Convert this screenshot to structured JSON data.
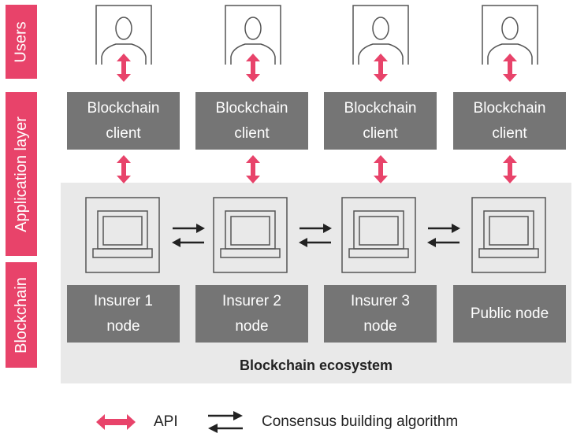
{
  "side_labels": {
    "users": "Users",
    "application": "Application layer",
    "blockchain": "Blockchain"
  },
  "clients": [
    {
      "line1": "Blockchain",
      "line2": "client"
    },
    {
      "line1": "Blockchain",
      "line2": "client"
    },
    {
      "line1": "Blockchain",
      "line2": "client"
    },
    {
      "line1": "Blockchain",
      "line2": "client"
    }
  ],
  "nodes": [
    {
      "line1": "Insurer 1",
      "line2": "node"
    },
    {
      "line1": "Insurer 2",
      "line2": "node"
    },
    {
      "line1": "Insurer 3",
      "line2": "node"
    },
    {
      "line1": "Public node",
      "line2": ""
    }
  ],
  "ecosystem_label": "Blockchain ecosystem",
  "legend": {
    "api": "API",
    "consensus": "Consensus building algorithm"
  },
  "colors": {
    "accent": "#e8436a",
    "box_gray": "#757575",
    "ecosystem_bg": "#e9e9e9"
  },
  "icons": {
    "user": "user-icon",
    "laptop": "laptop-icon",
    "api_arrow": "double-arrow-vertical-icon",
    "consensus_arrow": "exchange-arrows-icon"
  }
}
